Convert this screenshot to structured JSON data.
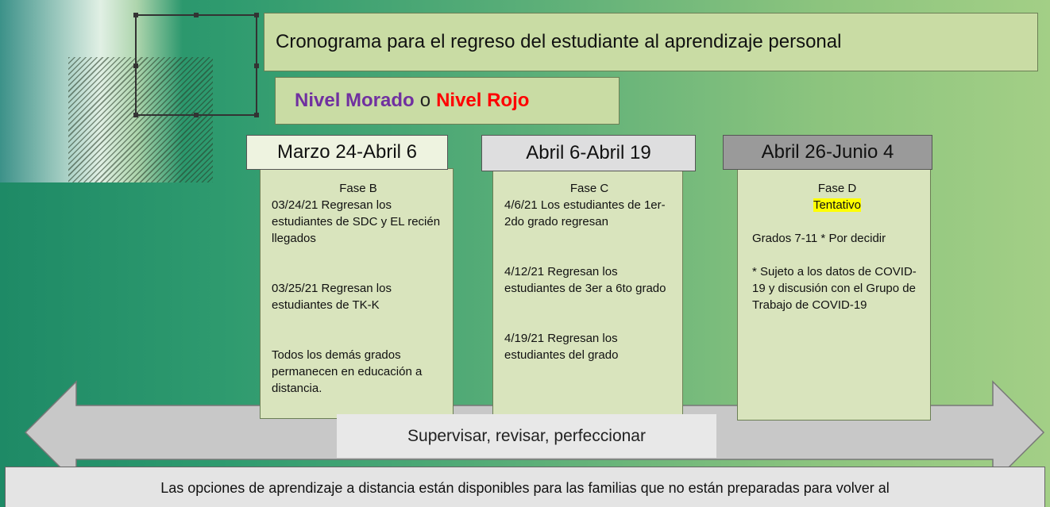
{
  "title": "Cronograma para el regreso del estudiante al aprendizaje personal",
  "level": {
    "purple": "Nivel Morado",
    "separator": "o",
    "red": "Nivel Rojo"
  },
  "phases": [
    {
      "dates": "Marzo 24-Abril 6",
      "name": "Fase B",
      "body": "03/24/21 Regresan los estudiantes de SDC y EL recién llegados\n\n\n03/25/21 Regresan los estudiantes de TK-K\n\n\nTodos los demás grados permanecen en educación a distancia."
    },
    {
      "dates": "Abril 6-Abril 19",
      "name": "Fase C",
      "body": "4/6/21 Los estudiantes de 1er-2do grado regresan\n\n\n4/12/21 Regresan los estudiantes de 3er a 6to grado\n\n\n4/19/21 Regresan los estudiantes del grado"
    },
    {
      "dates": "Abril 26-Junio 4",
      "name": "Fase D",
      "tentative": "Tentativo",
      "body": "\nGrados 7-11 * Por decidir\n\n* Sujeto a los datos de COVID-19 y discusión con el Grupo de Trabajo de COVID-19"
    }
  ],
  "arrow_label": "Supervisar, revisar, perfeccionar",
  "footer": "Las opciones de aprendizaje a distancia están disponibles para las familias que no están preparadas para volver al",
  "colors": {
    "panel": "#c9dca4",
    "card": "#d9e4bd",
    "head_1": "#eef3e0",
    "head_2": "#dededf",
    "head_3": "#9a9a9a",
    "highlight": "#ffff00",
    "purple": "#7030a0",
    "red": "#ff0000"
  }
}
